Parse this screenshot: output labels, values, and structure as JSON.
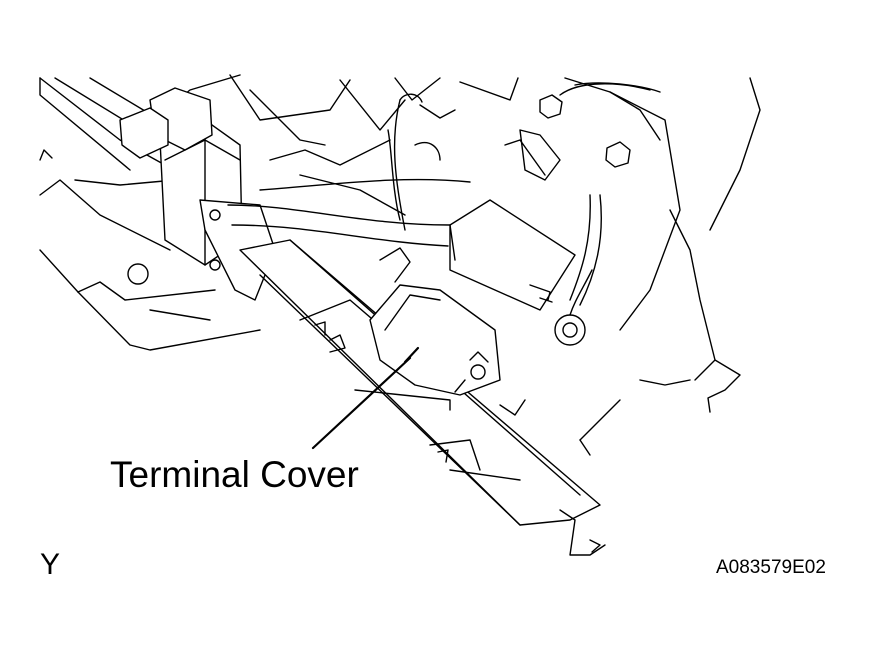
{
  "illustration": {
    "callout_label": "Terminal Cover",
    "view_letter": "Y",
    "figure_id": "A083579E02"
  },
  "colors": {
    "line": "#000000",
    "background": "#ffffff"
  }
}
